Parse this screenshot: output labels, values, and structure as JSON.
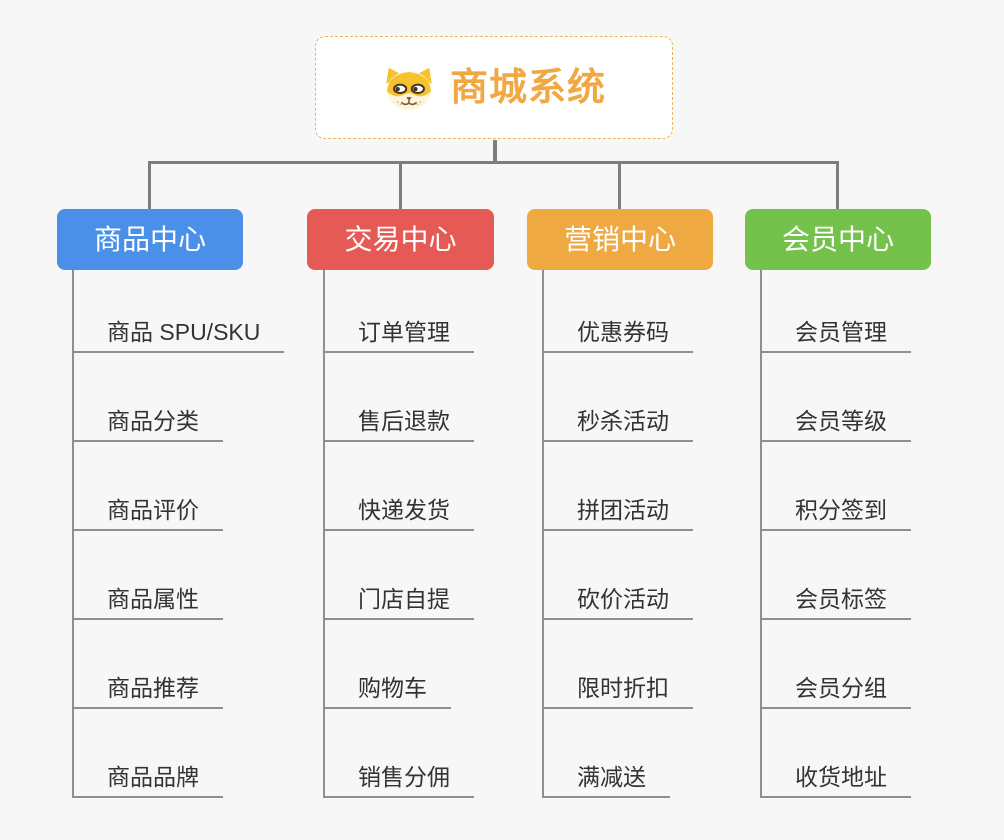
{
  "root": {
    "title": "商城系统",
    "icon": "shiba-dog-icon",
    "accent_color": "#F0A843",
    "border_color": "#EEB257"
  },
  "branches": [
    {
      "label": "商品中心",
      "color": "#4A90E9",
      "children": [
        "商品 SPU/SKU",
        "商品分类",
        "商品评价",
        "商品属性",
        "商品推荐",
        "商品品牌"
      ]
    },
    {
      "label": "交易中心",
      "color": "#E65A56",
      "children": [
        "订单管理",
        "售后退款",
        "快递发货",
        "门店自提",
        "购物车",
        "销售分佣"
      ]
    },
    {
      "label": "营销中心",
      "color": "#EFA942",
      "children": [
        "优惠券码",
        "秒杀活动",
        "拼团活动",
        "砍价活动",
        "限时折扣",
        "满减送"
      ]
    },
    {
      "label": "会员中心",
      "color": "#74C24B",
      "children": [
        "会员管理",
        "会员等级",
        "积分签到",
        "会员标签",
        "会员分组",
        "收货地址"
      ]
    }
  ],
  "colors": {
    "background": "#F7F7F7",
    "connector": "#7E7E7E",
    "child_line": "#8F8F8F",
    "child_text": "#333333",
    "node_text": "#FFFFFF"
  }
}
